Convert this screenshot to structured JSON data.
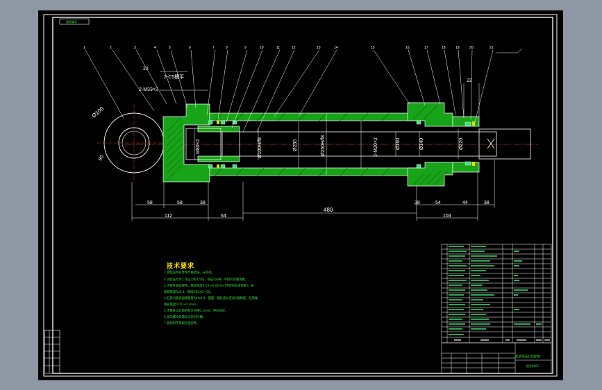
{
  "drawing": {
    "corner_tag": "图纸编号",
    "dimensions": {
      "d_ear": "Ø100",
      "r_ear": "80",
      "thread_port": "2-M33×2",
      "keyway": "2-C5槽平",
      "dim_22_left": "22",
      "dim_22_right": "22",
      "rod_thread": "M80×2",
      "piston_fit": "Ø100H/f8",
      "bore": "Ø250",
      "cyl_fit": "Ø250H/f8",
      "port_thread": "2-M20×2",
      "rod_dia": "Ø160",
      "rod_dia2": "Ø140",
      "end_dia": "Ø220",
      "h_58a": "58",
      "h_58b": "58",
      "h_38a": "38",
      "h_112": "112",
      "h_64": "64",
      "h_480": "480",
      "h_38b": "38",
      "h_54": "54",
      "h_44": "44",
      "h_38c": "38",
      "h_104": "104"
    },
    "balloons": [
      "1",
      "2",
      "3",
      "4",
      "5",
      "6",
      "7",
      "8",
      "9",
      "10",
      "11",
      "12",
      "13",
      "14",
      "15",
      "16",
      "17",
      "18",
      "19",
      "20",
      "21"
    ]
  },
  "tech": {
    "title": "技术要求",
    "lines": [
      "1.装配前所有零件严格清洗，去毛刺。",
      "2.试验压力为工作压力的1.5倍，保压5分钟，不得有渗漏现象。",
      "3.活塞杆表面镀铬，镀层厚度0.03～0.05mm(不得有起皮现象)，表",
      "面粗糙度Ra0.4，硬度HRC45～55。",
      "4.缸筒内壁表面粗糙度为Ra0.4，圆度、圆柱度公差按7级精度，缸筒轴",
      "线直线度0.05～0.1mm。",
      "5.活塞杆与缸筒的配合间隙0.1mm，导向良好。",
      "6.油口螺纹处需加工密封凹槽。",
      "7.装配时不得损伤密封件。"
    ]
  },
  "title_block": {
    "name": "起竖液压缸装配图",
    "code": "图号0001"
  }
}
